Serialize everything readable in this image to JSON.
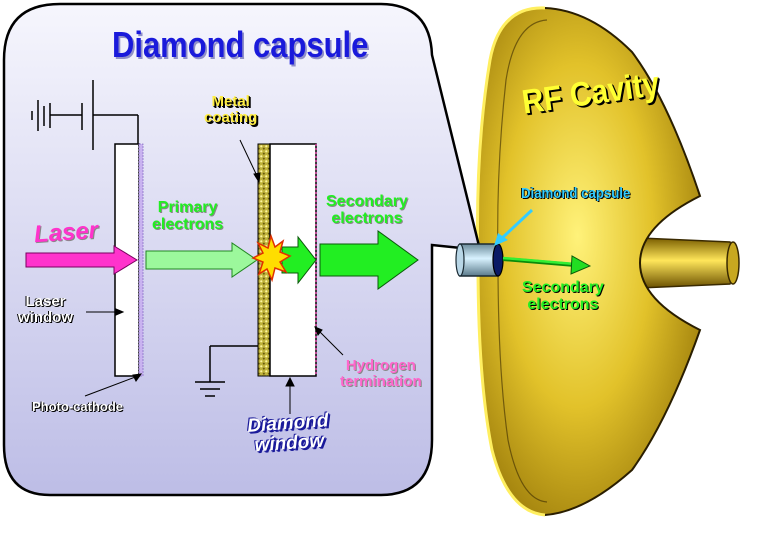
{
  "title": "Diamond capsule",
  "cavity_label": "RF Cavity",
  "labels": {
    "laser": "Laser",
    "primary_electrons": "Primary\nelectrons",
    "metal_coating": "Metal\ncoating",
    "secondary_electrons_inner": "Secondary\nelectrons",
    "laser_window": "Laser\nwindow",
    "photo_cathode": "Photo-cathode",
    "hydrogen_termination": "Hydrogen\ntermination",
    "diamond_window": "Diamond\nwindow",
    "diamond_capsule_callout": "Diamond capsule",
    "secondary_electrons_cavity": "Secondary\nelectrons"
  },
  "colors": {
    "title": "#1a1adb",
    "panel_fill_top": "#f4f4fc",
    "panel_fill_bottom": "#c4c4e8",
    "laser": "#ff33cc",
    "primary": "#99ff99",
    "secondary": "#22ee22",
    "cavity_gold": "#d4b21c",
    "cavity_label": "#ffff33",
    "callout": "#33ccff",
    "metal_coating_text": "#ffee44",
    "hydrogen_text": "#ff66cc"
  },
  "icons": [
    "battery-symbol",
    "ground-symbol",
    "spark-icon"
  ]
}
